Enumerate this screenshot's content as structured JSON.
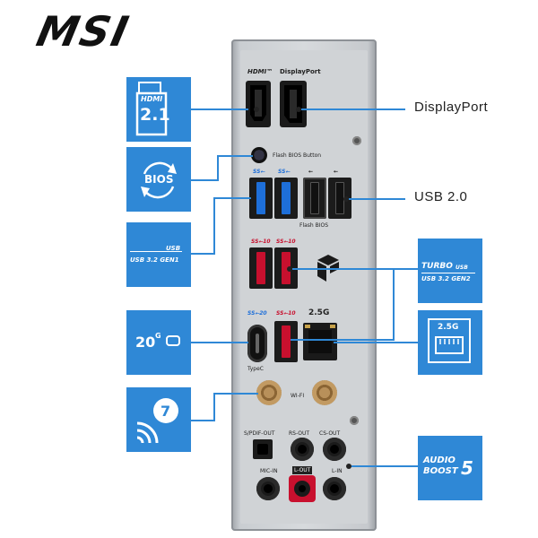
{
  "brand": {
    "logo": "MSI"
  },
  "panel_labels": {
    "hdmi": "HDMI™",
    "displayport": "DisplayPort",
    "flash_bios_button": "Flash BIOS Button",
    "usb_ss_1": "SS⭠",
    "usb_ss_2": "SS⭠",
    "usb_2_a": "⭠",
    "usb_2_b": "⭠",
    "flash_bios": "Flash BIOS",
    "usb_ss10_1": "SS⭠10",
    "usb_ss10_2": "SS⭠10",
    "usb_ss20": "SS⭠20",
    "usb_ss10_3": "SS⭠10",
    "lan_speed": "2.5G",
    "typec": "TypeC",
    "wifi": "WI-FI",
    "spdif_out": "S/PDIF-OUT",
    "rs_out": "RS-OUT",
    "cs_out": "CS-OUT",
    "mic_in": "MIC-IN",
    "l_out": "L-OUT",
    "l_in": "L-IN"
  },
  "callouts": {
    "displayport": "DisplayPort",
    "usb20": "USB 2.0"
  },
  "badges": {
    "hdmi_top": "HDMI",
    "hdmi_version": "2.1",
    "bios": "BIOS",
    "usb_gen1_line1": "USB",
    "usb_gen1_line2": "USB 3.2 GEN1",
    "type_c_speed": "20",
    "type_c_unit": "G",
    "wifi_gen": "7",
    "turbo_line1": "TURBO",
    "turbo_usb": "USB",
    "turbo_line2": "USB 3.2 GEN2",
    "lan_badge": "2.5G",
    "audio_line1": "AUDIO",
    "audio_line2": "BOOST",
    "audio_num": "5"
  },
  "colors": {
    "accent": "#2f88d6",
    "usb_blue": "#1e6fd9",
    "usb_red": "#c8102e",
    "panel": "#d0d3d6"
  }
}
